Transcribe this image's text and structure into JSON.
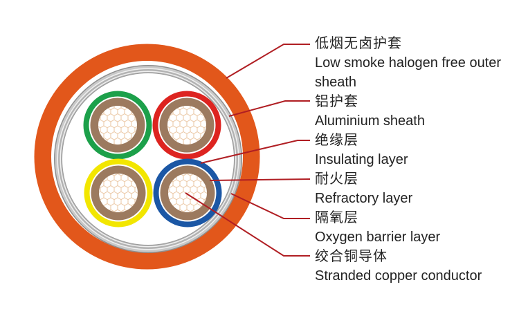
{
  "diagram": {
    "type": "cable-cross-section",
    "core_count": 4,
    "layers": [
      {
        "zh": "低烟无卤护套",
        "en": "Low smoke halogen free outer sheath"
      },
      {
        "zh": "铝护套",
        "en": "Aluminium sheath"
      },
      {
        "zh": "绝缘层",
        "en": "Insulating layer"
      },
      {
        "zh": "耐火层",
        "en": "Refractory layer"
      },
      {
        "zh": "隔氧层",
        "en": "Oxygen barrier layer"
      },
      {
        "zh": "绞合铜导体",
        "en": "Stranded copper conductor"
      }
    ],
    "colors": {
      "outer_sheath_orange": "#e2571b",
      "metal_band_gray": "#b3b3b3",
      "metal_band_light_gray": "#c9c9c9",
      "insulation_green": "#1ca04a",
      "insulation_red": "#dd2420",
      "insulation_yellow": "#f2e600",
      "insulation_blue": "#1b57a5",
      "refractory_brown": "#9c7a5f",
      "conductor_hatch": "#eac5a0",
      "leader_line_red": "#b01e23",
      "text": "#222222"
    }
  }
}
